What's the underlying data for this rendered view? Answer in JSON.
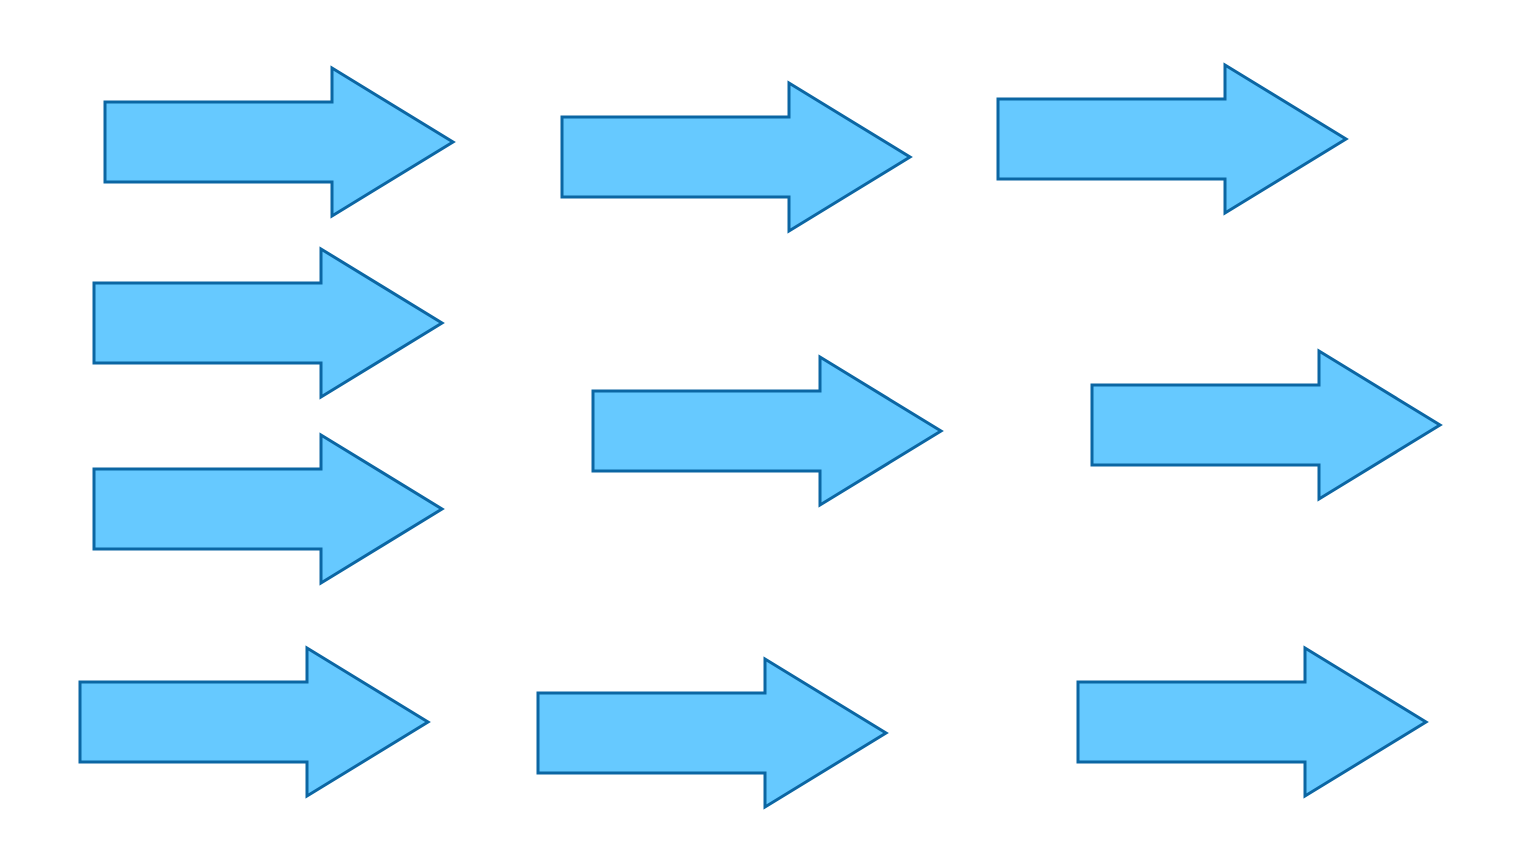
{
  "canvas": {
    "background": "#ffffff"
  },
  "style": {
    "arrow_fill": "#66c9ff",
    "arrow_stroke": "#0b66a3"
  },
  "arrows": [
    {
      "id": "arrow-1",
      "direction": "right"
    },
    {
      "id": "arrow-2",
      "direction": "right"
    },
    {
      "id": "arrow-3",
      "direction": "right"
    },
    {
      "id": "arrow-4",
      "direction": "right"
    },
    {
      "id": "arrow-5",
      "direction": "right"
    },
    {
      "id": "arrow-6",
      "direction": "right"
    },
    {
      "id": "arrow-7",
      "direction": "right"
    },
    {
      "id": "arrow-8",
      "direction": "right"
    },
    {
      "id": "arrow-9",
      "direction": "right"
    },
    {
      "id": "arrow-10",
      "direction": "right"
    }
  ]
}
